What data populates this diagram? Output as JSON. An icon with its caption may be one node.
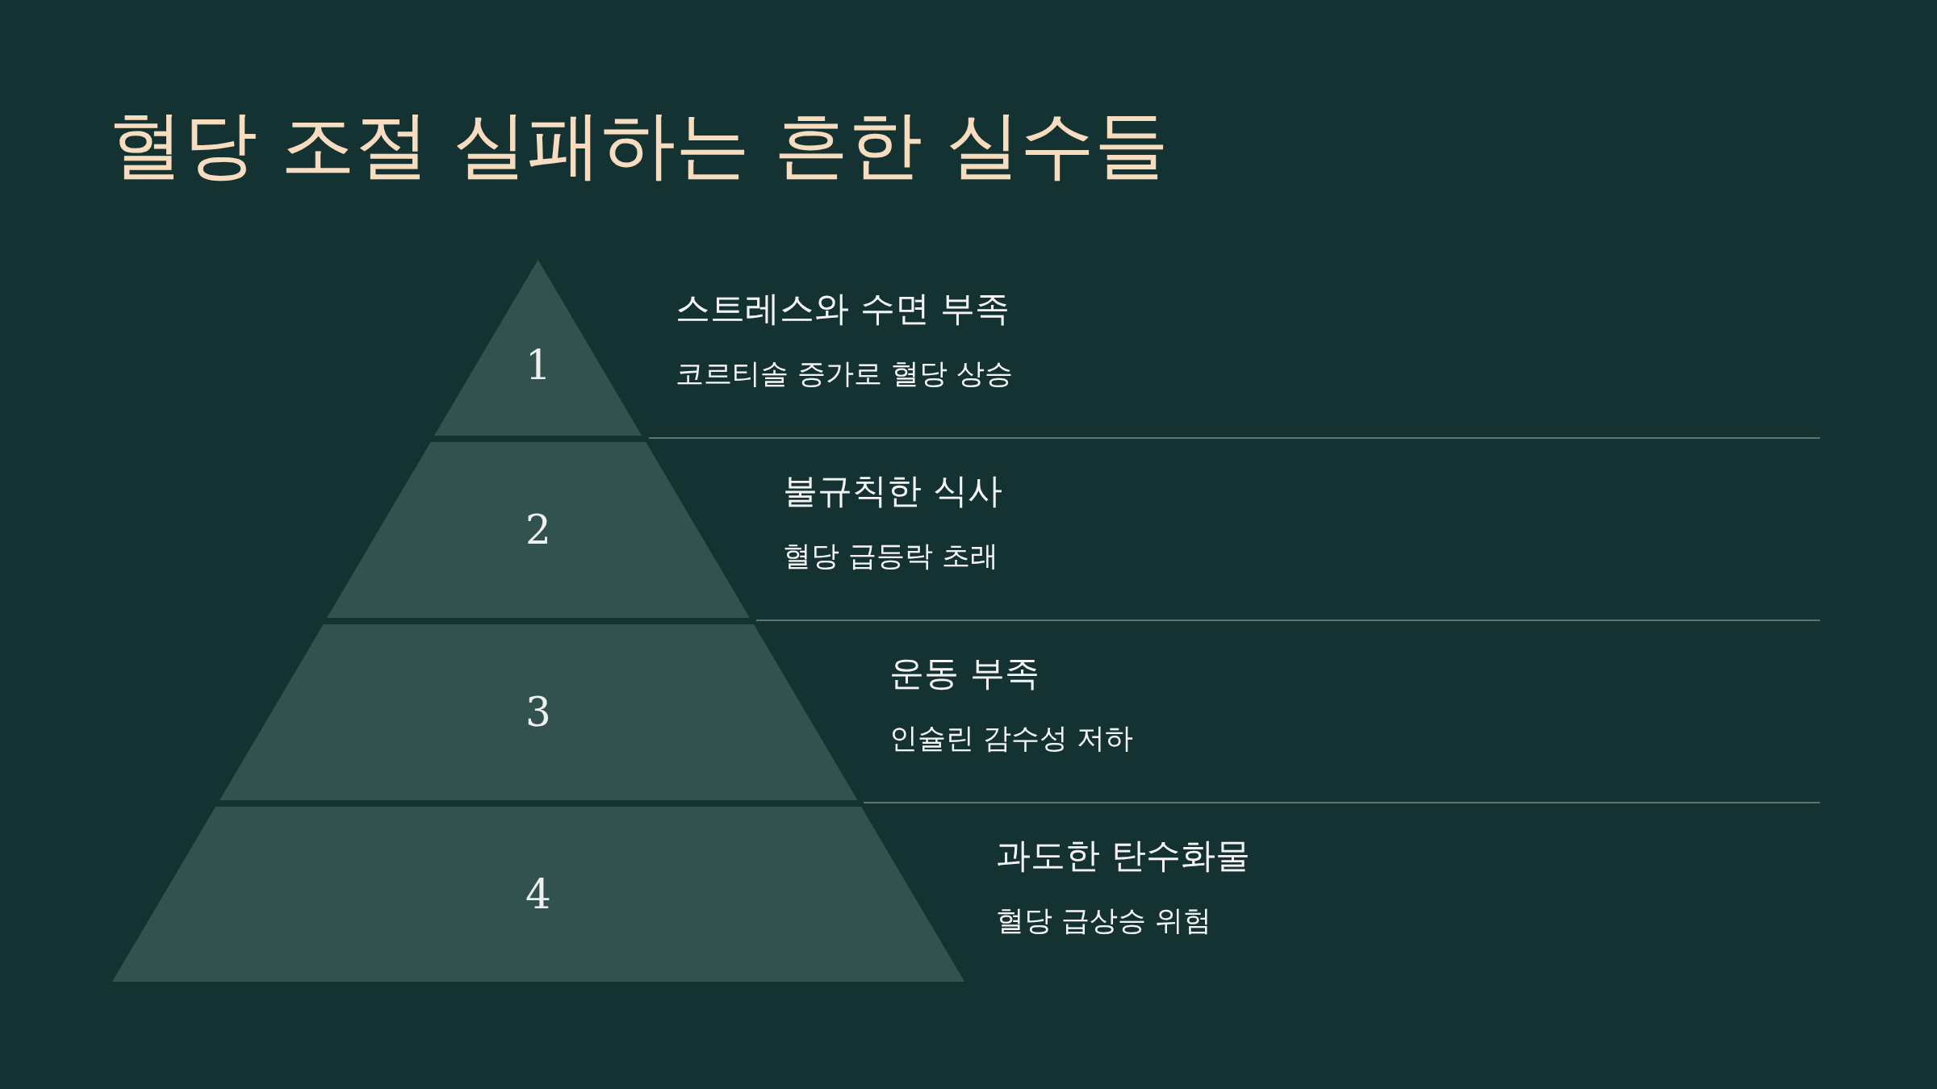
{
  "diagram": {
    "title": "혈당 조절 실패하는 흔한 실수들",
    "nodes": [
      {
        "text": [
          "1"
        ],
        "beside": [
          "스트레스와 수면 부족",
          "코르티솔 증가로 혈당 상승"
        ]
      },
      {
        "text": [
          "2"
        ],
        "beside": [
          "불규칙한 식사",
          "혈당 급등락 초래"
        ]
      },
      {
        "text": [
          "3"
        ],
        "beside": [
          "운동 부족",
          "인슐린 감수성 저하"
        ]
      },
      {
        "text": [
          "4"
        ],
        "beside": [
          "과도한 탄수화물",
          "혈당 급상승 위험"
        ]
      }
    ]
  }
}
